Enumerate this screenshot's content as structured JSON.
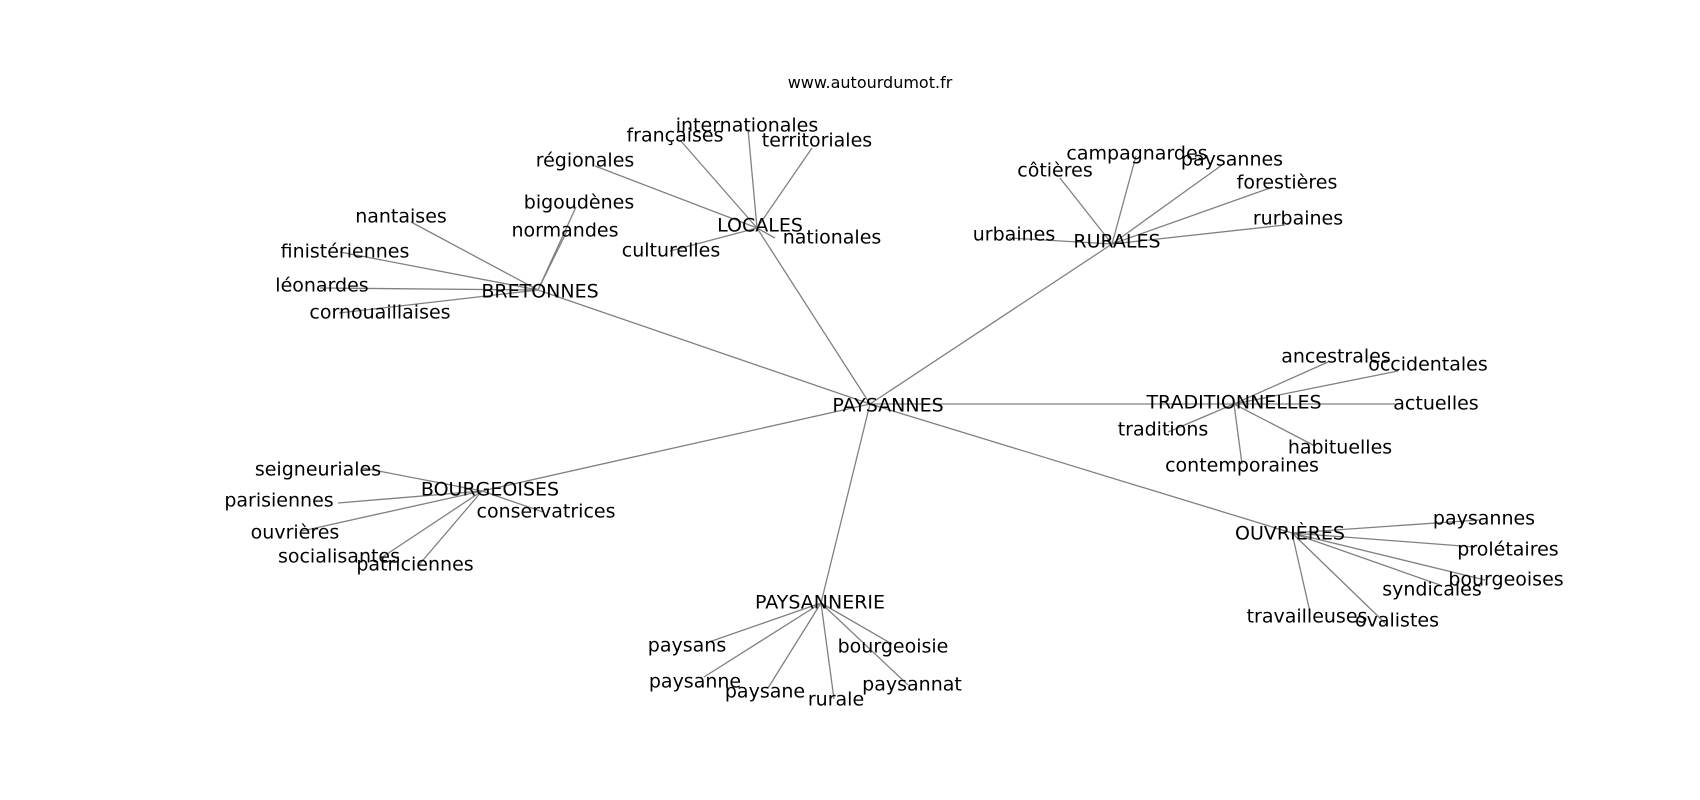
{
  "watermark": "www.autourdumot.fr",
  "center": "PAYSANNES",
  "clusters": [
    {
      "hub": "BRETONNES",
      "leaves": [
        "bigoudènes",
        "normandes",
        "nantaises",
        "finistériennes",
        "léonardes",
        "cornouaillaises"
      ]
    },
    {
      "hub": "LOCALES",
      "leaves": [
        "internationales",
        "françaises",
        "territoriales",
        "régionales",
        "nationales",
        "culturelles"
      ]
    },
    {
      "hub": "RURALES",
      "leaves": [
        "campagnardes",
        "paysannes",
        "côtières",
        "forestières",
        "rurbaines",
        "urbaines"
      ]
    },
    {
      "hub": "TRADITIONNELLES",
      "leaves": [
        "ancestrales",
        "occidentales",
        "actuelles",
        "traditions",
        "habituelles",
        "contemporaines"
      ]
    },
    {
      "hub": "OUVRIÈRES",
      "leaves": [
        "paysannes",
        "prolétaires",
        "bourgeoises",
        "syndicales",
        "travailleuses",
        "ovalistes"
      ]
    },
    {
      "hub": "PAYSANNERIE",
      "leaves": [
        "paysans",
        "bourgeoisie",
        "paysanne",
        "paysannat",
        "paysane",
        "rurale"
      ]
    },
    {
      "hub": "BOURGEOISES",
      "leaves": [
        "seigneuriales",
        "parisiennes",
        "conservatrices",
        "ouvrières",
        "socialisantes",
        "patriciennes"
      ]
    }
  ]
}
